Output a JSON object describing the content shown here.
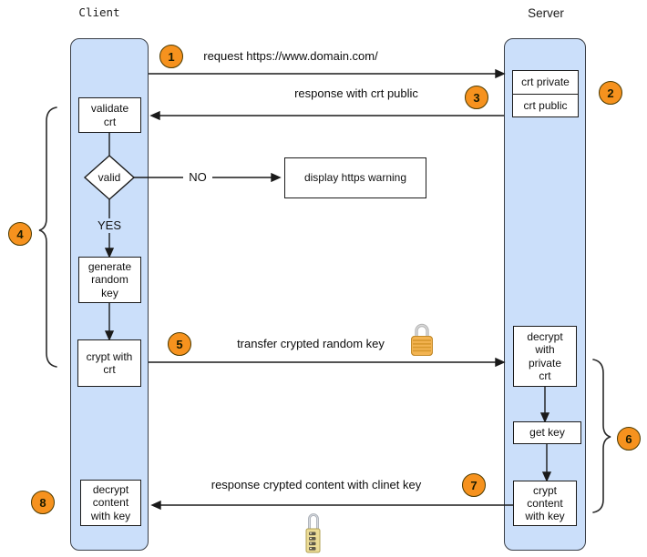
{
  "colors": {
    "lane_fill": "#cbdffa",
    "lane_border": "#3a3f47",
    "box_border": "#1b1b1b",
    "badge_fill": "#f6921e",
    "badge_border": "#4c3a00",
    "arrow": "#1a1a1a"
  },
  "lanes": {
    "client": "Client",
    "server": "Server"
  },
  "client_boxes": {
    "validate": "validate\ncrt",
    "generate": "generate\nrandom\nkey",
    "crypt_with_crt": "crypt with\ncrt",
    "decrypt_content": "decrypt\ncontent\nwith key"
  },
  "server_boxes": {
    "crt_private": "crt private",
    "crt_public": "crt public",
    "decrypt_private": "decrypt\nwith\nprivate\ncrt",
    "get_key": "get key",
    "crypt_content": "crypt\ncontent\nwith key"
  },
  "decision": {
    "label": "valid",
    "yes": "YES",
    "no": "NO"
  },
  "warning_box": "display https warning",
  "messages": {
    "request": "request https://www.domain.com/",
    "response_public": "response with crt public",
    "transfer_key": "transfer crypted random key",
    "response_content": "response crypted content with clinet key"
  },
  "badges": [
    "1",
    "2",
    "3",
    "4",
    "5",
    "6",
    "7",
    "8"
  ],
  "icons": {
    "transfer_lock": "closed-padlock-icon",
    "content_lock": "combination-padlock-icon"
  }
}
